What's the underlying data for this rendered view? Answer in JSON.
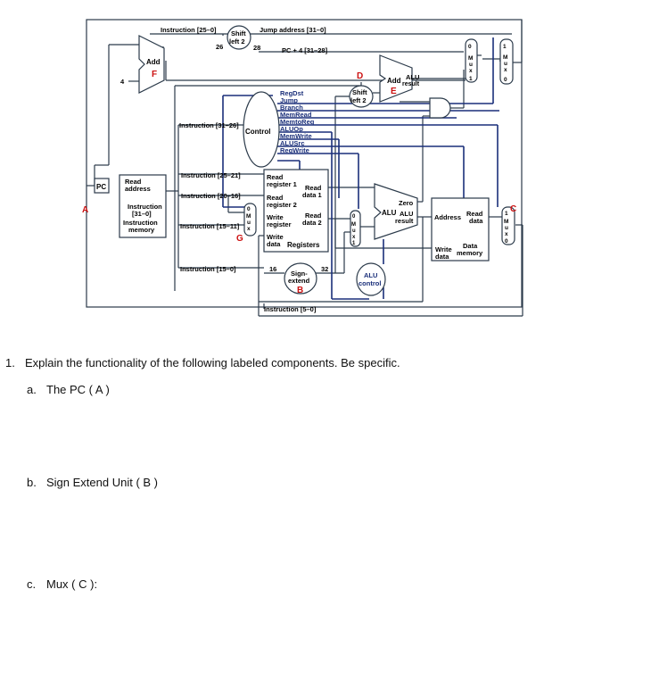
{
  "diagram": {
    "labels": {
      "instruction_25_0": "Instruction [25–0]",
      "shift_left_top_1": "Shift",
      "shift_left_top_2": "left 2",
      "jump_address": "Jump address [31–0]",
      "n26": "26",
      "n28": "28",
      "pc4": "PC + 4 [31–28]",
      "add": "Add",
      "four": "4",
      "d": "D",
      "shift2_1": "Shift",
      "shift2_2": "left 2",
      "add2": "Add",
      "alu_result_top_1": "ALU",
      "alu_result_top_2": "result",
      "e": "E",
      "f": "F",
      "mux": "M\nu\nx",
      "zero": "0",
      "one": "1",
      "regdst": "RegDst",
      "jump": "Jump",
      "branch": "Branch",
      "memread": "MemRead",
      "memtoreg": "MemtoReg",
      "aluop": "ALUOp",
      "memwrite": "MemWrite",
      "alusrc": "ALUSrc",
      "regwrite": "RegWrite",
      "instruction_31_26": "Instruction [31–26]",
      "control": "Control",
      "pc": "PC",
      "read_address_1": "Read",
      "read_address_2": "address",
      "a": "A",
      "instr_mem_1": "Instruction",
      "instr_mem_2": "[31–0]",
      "instr_mem_3": "Instruction",
      "instr_mem_4": "memory",
      "instruction_25_21": "Instruction [25–21]",
      "instruction_20_16": "Instruction [20–16]",
      "instruction_15_11": "Instruction [15–11]",
      "instruction_15_0": "Instruction [15–0]",
      "g": "G",
      "read_reg1_1": "Read",
      "read_reg1_2": "register 1",
      "read_data1_1": "Read",
      "read_data1_2": "data 1",
      "read_reg2_1": "Read",
      "read_reg2_2": "register 2",
      "write_reg_1": "Write",
      "write_reg_2": "register",
      "read_data2_1": "Read",
      "read_data2_2": "data 2",
      "write_data_1": "Write",
      "write_data_2": "data",
      "registers": "Registers",
      "zero_flag": "Zero",
      "alu": "ALU",
      "alu_res_1": "ALU",
      "alu_res_2": "result",
      "address": "Address",
      "read_data_mem_1": "Read",
      "read_data_mem_2": "data",
      "write_data_mem_1": "Write",
      "write_data_mem_2": "data",
      "data_memory_1": "Data",
      "data_memory_2": "memory",
      "c": "C",
      "n16": "16",
      "n32": "32",
      "sign_extend_1": "Sign-",
      "sign_extend_2": "extend",
      "b": "B",
      "alu_control_1": "ALU",
      "alu_control_2": "control",
      "instruction_5_0": "Instruction [5–0]"
    }
  },
  "questions": {
    "q1_num": "1.",
    "q1_text": "Explain the functionality of the following labeled components.  Be specific.",
    "a_letter": "a.",
    "a_text": "The PC ( A )",
    "b_letter": "b.",
    "b_text": "Sign Extend Unit ( B )",
    "c_letter": "c.",
    "c_text": "Mux ( C ):"
  },
  "colors": {
    "wire": "#2b3a4a",
    "control": "#1a2f7a",
    "red_label": "#cc1111",
    "ink": "#111111"
  }
}
